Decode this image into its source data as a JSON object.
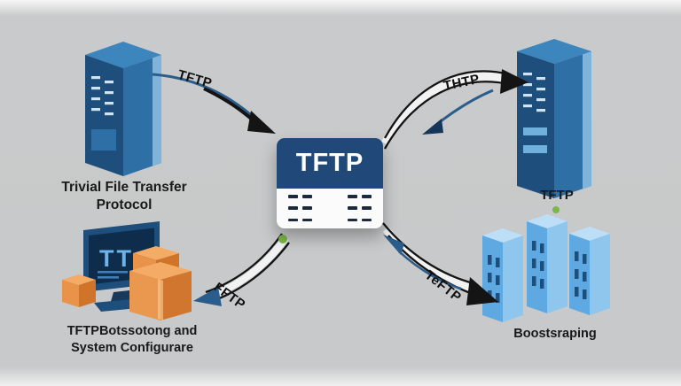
{
  "canvas": {
    "background": "#c8c9ca"
  },
  "center": {
    "title": "TFTP"
  },
  "nodes": {
    "top_left": {
      "line1": "Trivial File Transfer",
      "line2": "Protocol"
    },
    "top_right": {
      "label": "TFTP"
    },
    "bottom_left": {
      "line1": "TFTPBotssotong and",
      "line2": "System Configurare",
      "screen_text": "TT"
    },
    "bottom_right": {
      "label": "Boostsraping"
    }
  },
  "arrow_labels": {
    "top_left": "TFTP",
    "top_right": "THTP",
    "bottom_left": "FFTP",
    "bottom_right": "TeFTP"
  },
  "colors": {
    "dark_navy": "#1d4e7c",
    "mid_blue": "#2e6fa5",
    "light_blue": "#5fa9e2",
    "orange": "#e8924a",
    "green_dot": "#7ab648",
    "arrow_black": "#141414",
    "arrow_blue": "#2b5d8c"
  }
}
